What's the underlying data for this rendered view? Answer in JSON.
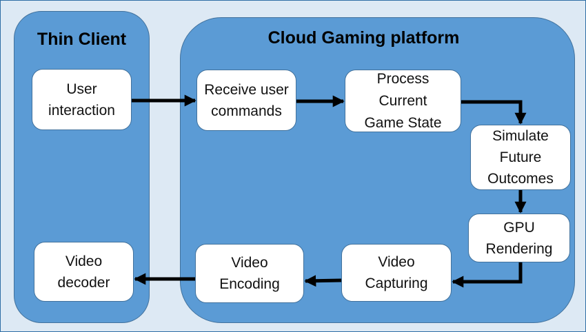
{
  "panels": {
    "thin_client": {
      "title": "Thin Client"
    },
    "cloud": {
      "title": "Cloud  Gaming platform"
    }
  },
  "nodes": {
    "user_interaction": "User\ninteraction",
    "video_decoder": "Video\ndecoder",
    "receive_commands": "Receive user\ncommands",
    "process_state": "Process\nCurrent\nGame State",
    "simulate_outcomes": "Simulate\nFuture\nOutcomes",
    "gpu_rendering": "GPU\nRendering",
    "video_capturing": "Video\nCapturing",
    "video_encoding": "Video\nEncoding"
  },
  "edges": [
    {
      "from": "user_interaction",
      "to": "receive_commands"
    },
    {
      "from": "receive_commands",
      "to": "process_state"
    },
    {
      "from": "process_state",
      "to": "simulate_outcomes"
    },
    {
      "from": "simulate_outcomes",
      "to": "gpu_rendering"
    },
    {
      "from": "gpu_rendering",
      "to": "video_capturing"
    },
    {
      "from": "video_capturing",
      "to": "video_encoding"
    },
    {
      "from": "video_encoding",
      "to": "video_decoder"
    }
  ],
  "colors": {
    "background": "#dde9f4",
    "panel": "#5b9bd5",
    "panel_border": "#41719c",
    "node": "#ffffff",
    "arrow": "#000000"
  }
}
